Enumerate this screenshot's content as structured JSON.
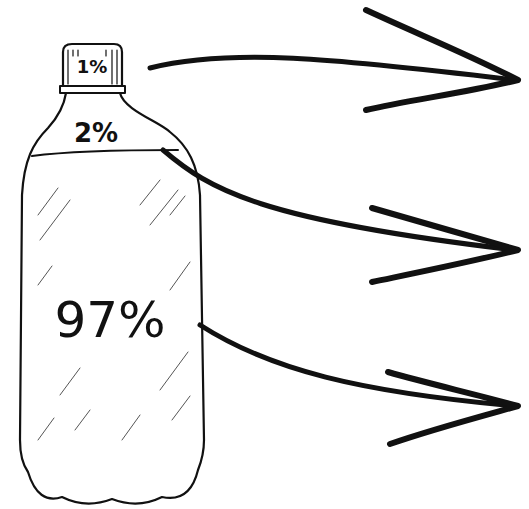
{
  "diagram": {
    "nodes": [
      {
        "text": [
          "1%"
        ]
      },
      {
        "text": [
          "2%"
        ]
      },
      {
        "text": [
          "97%"
        ]
      }
    ]
  }
}
